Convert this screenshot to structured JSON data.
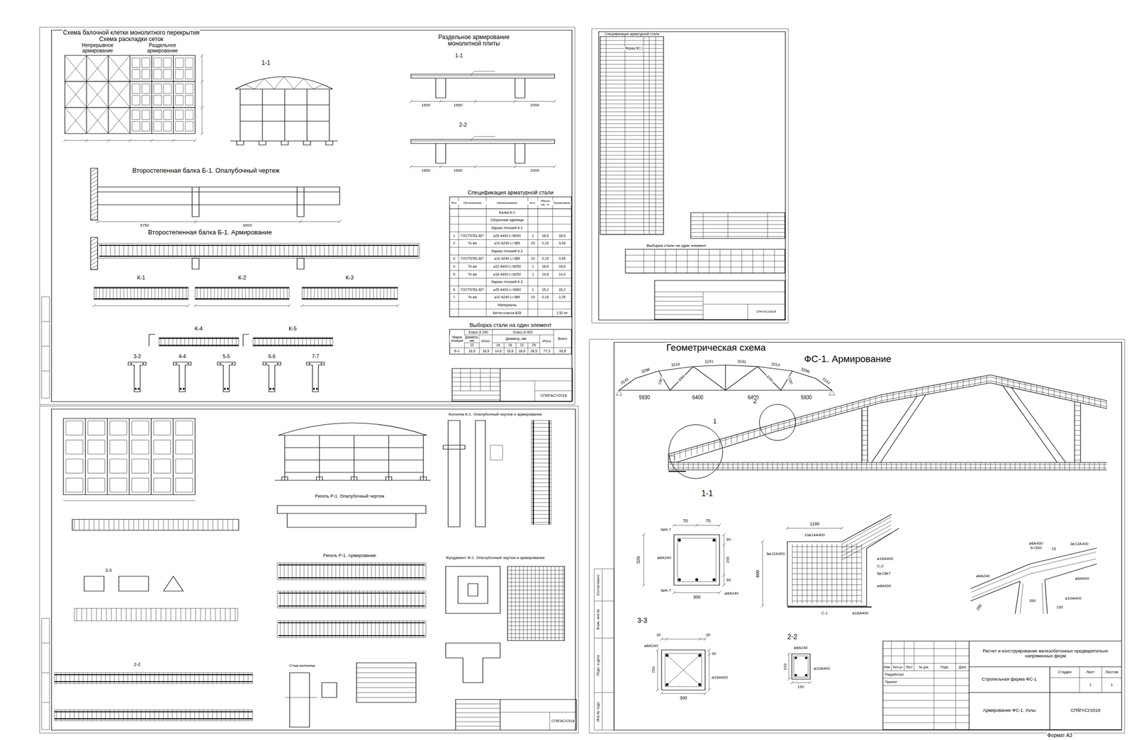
{
  "diagram": {
    "nodes": [
      {
        "text": [
          "1"
        ]
      },
      {
        "text": [
          "2"
        ]
      }
    ],
    "labels": [
      "Схема балочной клетки монолитного перекрытия",
      "Схема раскладки сеток",
      "Непрерывное армирование",
      "Раздельное армирование",
      "1-1",
      "Раздельное армирование монолитной плиты",
      "1-1",
      "1650",
      "1650",
      "2000",
      "2-2",
      "1650",
      "1650",
      "2000",
      "Второстепенная балка Б-1. Опалубочный чертеж",
      "5750",
      "6000",
      "Второстепенная балка Б-1. Армирование",
      "К-1",
      "К-2",
      "К-3",
      "К-4",
      "К-5",
      "3-3",
      "4-4",
      "5-5",
      "6-6",
      "7-7",
      "Спецификация арматурной стали",
      "Поз.",
      "Обозначение",
      "Наименование",
      "Кол.",
      "Масса ед., кг",
      "Примечание",
      "Балка Б-1",
      "Сборочные единицы",
      "Каркас плоский К-1",
      "1",
      "ГОСТ5781-82*",
      "⌀25 А400 L=6000",
      "1",
      "18,5",
      "18,5",
      "2",
      "То же",
      "⌀10 А240 L=385",
      "23",
      "0,15",
      "3,45",
      "Каркас плоский К-2",
      "3",
      "ГОСТ5781-82*",
      "⌀10 А240 L=385",
      "23",
      "0,15",
      "3,45",
      "4",
      "То же",
      "⌀22 А400 L=6250",
      "1",
      "18,6",
      "18,6",
      "5",
      "То же",
      "⌀18 А400 L=6250",
      "1",
      "14,6",
      "14,6",
      "Каркас плоский К-3",
      "6",
      "ГОСТ5781-82*",
      "⌀25 А400 L=3960",
      "1",
      "15,2",
      "15,2",
      "7",
      "То же",
      "⌀10 А240 L=385",
      "15",
      "0,15",
      "2,25",
      "Материалы",
      "Бетон класса В25",
      "1,52 м³",
      "Выборка стали на один элемент",
      "Марка позиции",
      "Класс А 240",
      "Класс А 400",
      "Всего",
      "Диаметр, мм",
      "Итого",
      "Диаметр, мм",
      "Итого",
      "10",
      "16",
      "18",
      "22",
      "25",
      "Б-1",
      "16,5",
      "16,5",
      "14,6",
      "15,6",
      "18,6",
      "28,5",
      "77,3",
      "93,8",
      "СПбГАСУ2018",
      "Спецификация арматурной стали",
      "Ферма ФС-1",
      "Выборка стали на один элемент",
      "СПбГАСУ2018",
      "Колонна К-1. Опалубочный чертеж и армирование",
      "Ригель Р-1. Опалубочный чертеж",
      "Фундамент Ф-1. Опалубочный чертеж и армирование",
      "Ригель Р-1. Армирование",
      "3-3",
      "2-2",
      "Стык колонны",
      "СПбГАСУ2018",
      "Геометрическая схема",
      "ФС-1. Армирование",
      "3142",
      "3296",
      "3214",
      "3241",
      "3241",
      "3214",
      "3296",
      "3142",
      "2387",
      "3284",
      "3284",
      "2387",
      "5930",
      "6400",
      "6400",
      "5930",
      "1-1",
      "70",
      "70",
      "60",
      "2⌀К-7",
      "320",
      "⌀8А240",
      "200",
      "3⌀К-7",
      "60",
      "300",
      "⌀8А240",
      "1190",
      "10⌀14А400",
      "6⌀12А300",
      "800",
      "⌀16А400",
      "С-2",
      "5⌀15К7",
      "⌀8А400",
      "С-1",
      "⌀16А400",
      "⌀8А400 S=300",
      "15",
      "2⌀12А400",
      "⌀6А400",
      "⌀8А240",
      "350",
      "250",
      "150",
      "⌀10А400",
      "3-3",
      "30",
      "30",
      "⌀8А240",
      "30",
      "250",
      "⌀16А400",
      "300",
      "2-2",
      "⌀8А240",
      "150",
      "⌀10А400",
      "150",
      "Изм.",
      "Кол.уч",
      "Лист",
      "№ док.",
      "Подп.",
      "Дата",
      "Разработал",
      "Принял",
      "Расчет и конструирование железобетонных предварительно напряженных ферм",
      "Стропильная ферма ФС-1",
      "Стадия",
      "Лист",
      "Листов",
      "1",
      "1",
      "Армирование ФС-1. Узлы",
      "СПбГАСУ2018",
      "Формат А3",
      "Согласовано",
      "Взам. инв.№",
      "Подп. и дата",
      "Инв.№ подл."
    ]
  }
}
